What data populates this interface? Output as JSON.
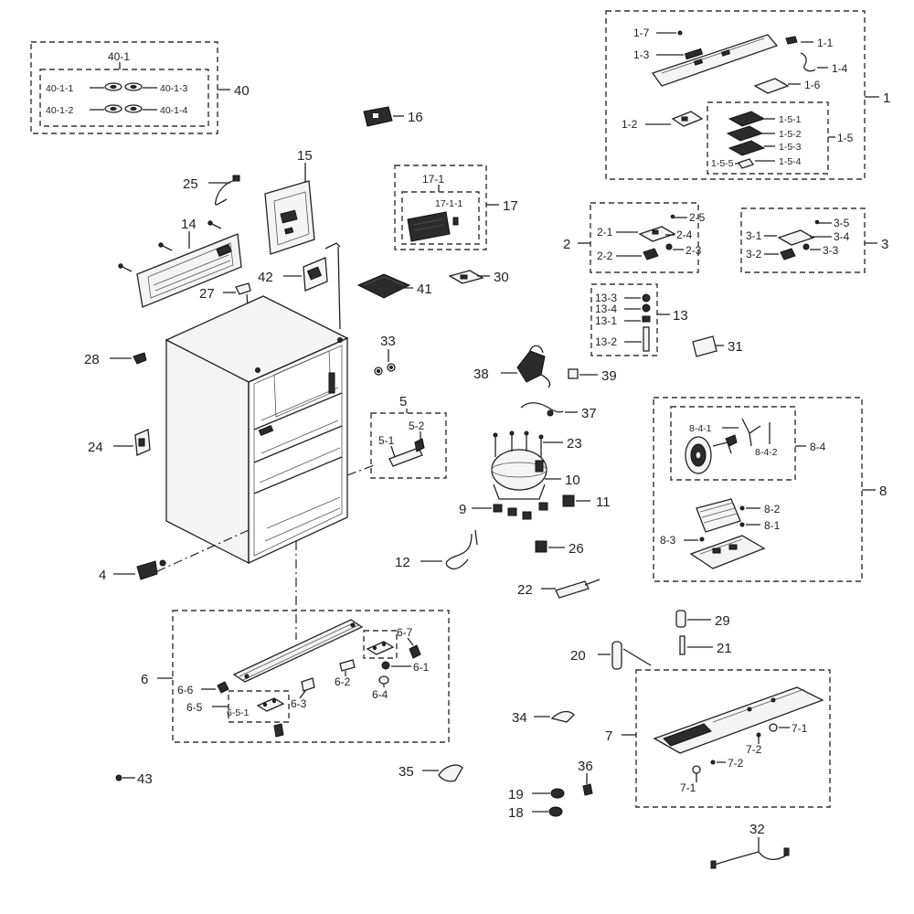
{
  "labels": {
    "l1": "1",
    "l1_1": "1-1",
    "l1_2": "1-2",
    "l1_3": "1-3",
    "l1_4": "1-4",
    "l1_5": "1-5",
    "l1_5_1": "1-5-1",
    "l1_5_2": "1-5-2",
    "l1_5_3": "1-5-3",
    "l1_5_4": "1-5-4",
    "l1_5_5": "1-5-5",
    "l1_6": "1-6",
    "l1_7": "1-7",
    "l2": "2",
    "l2_1": "2-1",
    "l2_2": "2-2",
    "l2_3": "2-3",
    "l2_4": "2-4",
    "l2_5": "2-5",
    "l3": "3",
    "l3_1": "3-1",
    "l3_2": "3-2",
    "l3_3": "3-3",
    "l3_4": "3-4",
    "l3_5": "3-5",
    "l4": "4",
    "l5": "5",
    "l5_1": "5-1",
    "l5_2": "5-2",
    "l6": "6",
    "l6_1": "6-1",
    "l6_2": "6-2",
    "l6_3": "6-3",
    "l6_4": "6-4",
    "l6_5": "6-5",
    "l6_5_1": "6-5-1",
    "l6_6": "6-6",
    "l6_7": "6-7",
    "l7": "7",
    "l7_1a": "7-1",
    "l7_1b": "7-1",
    "l7_2a": "7-2",
    "l7_2b": "7-2",
    "l8": "8",
    "l8_1": "8-1",
    "l8_2": "8-2",
    "l8_3": "8-3",
    "l8_4": "8-4",
    "l8_4_1": "8-4-1",
    "l8_4_2": "8-4-2",
    "l9": "9",
    "l10": "10",
    "l11": "11",
    "l12": "12",
    "l13": "13",
    "l13_1": "13-1",
    "l13_2": "13-2",
    "l13_3": "13-3",
    "l13_4": "13-4",
    "l14": "14",
    "l15": "15",
    "l16": "16",
    "l17": "17",
    "l17_1": "17-1",
    "l17_1_1": "17-1-1",
    "l18": "18",
    "l19": "19",
    "l20": "20",
    "l21": "21",
    "l22": "22",
    "l23": "23",
    "l24": "24",
    "l25": "25",
    "l26": "26",
    "l27": "27",
    "l28": "28",
    "l29": "29",
    "l30": "30",
    "l31": "31",
    "l32": "32",
    "l33": "33",
    "l34": "34",
    "l35": "35",
    "l36": "36",
    "l37": "37",
    "l38": "38",
    "l39": "39",
    "l40": "40",
    "l40_1": "40-1",
    "l40_1_1": "40-1-1",
    "l40_1_2": "40-1-2",
    "l40_1_3": "40-1-3",
    "l40_1_4": "40-1-4",
    "l41": "41",
    "l42": "42",
    "l43": "43"
  }
}
